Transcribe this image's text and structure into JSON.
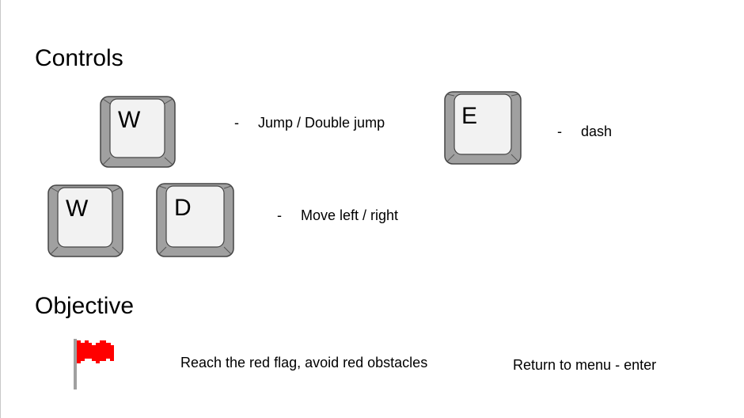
{
  "controls": {
    "heading": "Controls",
    "jump": {
      "key": "W",
      "separator": "-",
      "description": "Jump / Double jump"
    },
    "dash": {
      "key": "E",
      "separator": "-",
      "description": "dash"
    },
    "move": {
      "keys": [
        "W",
        "D"
      ],
      "separator": "-",
      "description": "Move left / right"
    }
  },
  "objective": {
    "heading": "Objective",
    "flag_icon": "red-flag-icon",
    "text": "Reach the red flag, avoid red obstacles",
    "return_text": "Return to menu - enter"
  },
  "colors": {
    "key_outer": "#a0a0a0",
    "key_face": "#f2f2f2",
    "key_border": "#444444",
    "flag_red": "#ff0000",
    "flag_pole": "#a0a0a0"
  }
}
